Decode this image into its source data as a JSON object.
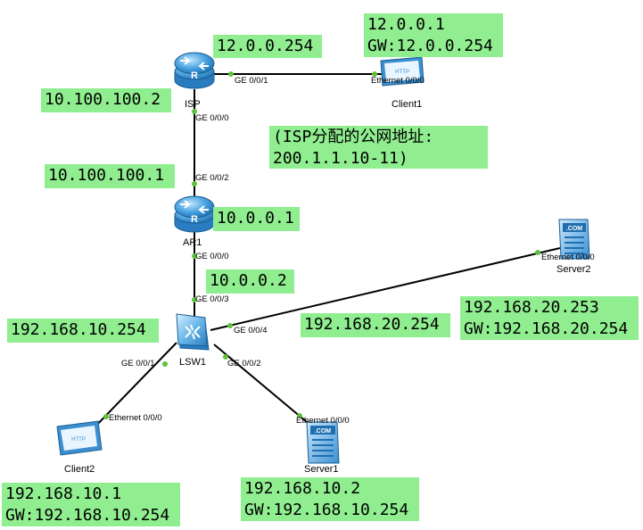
{
  "devices": {
    "isp": {
      "name": "ISP",
      "type": "router"
    },
    "ar1": {
      "name": "AR1",
      "type": "router"
    },
    "lsw1": {
      "name": "LSW1",
      "type": "switch"
    },
    "client1": {
      "name": "Client1",
      "type": "client"
    },
    "client2": {
      "name": "Client2",
      "type": "client"
    },
    "server1": {
      "name": "Server1",
      "type": "server"
    },
    "server2": {
      "name": "Server2",
      "type": "server"
    }
  },
  "ports": {
    "isp_g001": "GE 0/0/1",
    "isp_g000": "GE 0/0/0",
    "client1_eth": "Ethernet 0/0/0",
    "ar1_g002": "GE 0/0/2",
    "ar1_g000": "GE 0/0/0",
    "lsw1_g003": "GE 0/0/3",
    "lsw1_g004": "GE 0/0/4",
    "lsw1_g001": "GE 0/0/1",
    "lsw1_g002": "GE 0/0/2",
    "server2_eth": "Ethernet 0/0/0",
    "client2_eth": "Ethernet 0/0/0",
    "server1_eth": "Ethernet 0/0/0"
  },
  "notes": {
    "isp_ip": "12.0.0.254",
    "client1_ip": "12.0.0.1",
    "client1_gw": "GW:12.0.0.254",
    "isp_wan": "10.100.100.2",
    "public_pool_line1": "(ISP分配的公网地址:",
    "public_pool_line2": "200.1.1.10-11)",
    "ar1_wan": "10.100.100.1",
    "ar1_lan": "10.0.0.1",
    "lsw1_uplink": "10.0.0.2",
    "vlan10_gw": "192.168.10.254",
    "vlan20_gw": "192.168.20.254",
    "server2_ip": "192.168.20.253",
    "server2_gw": "GW:192.168.20.254",
    "client2_ip": "192.168.10.1",
    "client2_gw": "GW:192.168.10.254",
    "server1_ip": "192.168.10.2",
    "server1_gw": "GW:192.168.10.254"
  },
  "icons": {
    "router": "router-icon",
    "switch": "switch-icon",
    "client": "client-icon",
    "server": "server-icon"
  },
  "colors": {
    "note_bg": "#90ee90",
    "device_blue": "#3a8fd0",
    "port_dot": "#5fc23a",
    "link": "#000000"
  },
  "icon_text": {
    "client_screen": "HTTP",
    "server_badge": ".COM"
  }
}
